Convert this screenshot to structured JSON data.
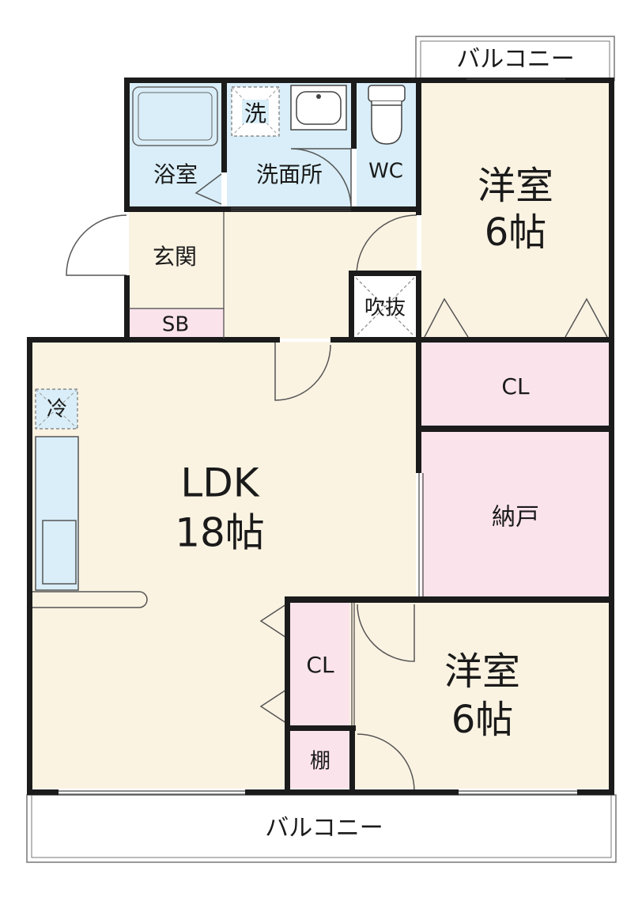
{
  "colors": {
    "floor": "#fbf3e2",
    "wet": "#d9eef8",
    "storage": "#fbe3ec",
    "wall": "#1b1b1b",
    "balcony_line": "#777777"
  },
  "balcony_top": {
    "label": "バルコニー"
  },
  "balcony_bottom": {
    "label": "バルコニー"
  },
  "rooms": {
    "bath": {
      "label": "浴室"
    },
    "washroom": {
      "label": "洗面所"
    },
    "washer": {
      "label": "洗"
    },
    "wc": {
      "label": "WC"
    },
    "western_top": {
      "label": "洋室",
      "size": "6帖"
    },
    "entrance": {
      "label": "玄関"
    },
    "shoebox": {
      "label": "SB"
    },
    "void": {
      "label": "吹抜"
    },
    "closet_top": {
      "label": "CL"
    },
    "ldk": {
      "label": "LDK",
      "size": "18帖"
    },
    "fridge": {
      "label": "冷"
    },
    "storage_room": {
      "label": "納戸"
    },
    "closet_mid": {
      "label": "CL"
    },
    "western_bottom": {
      "label": "洋室",
      "size": "6帖"
    },
    "shelf": {
      "label": "棚"
    }
  },
  "icons": [
    "bathtub-icon",
    "washbasin-icon",
    "toilet-icon",
    "washer-pan-icon",
    "fridge-space-icon",
    "kitchen-counter-icon",
    "door-swing-icon"
  ]
}
